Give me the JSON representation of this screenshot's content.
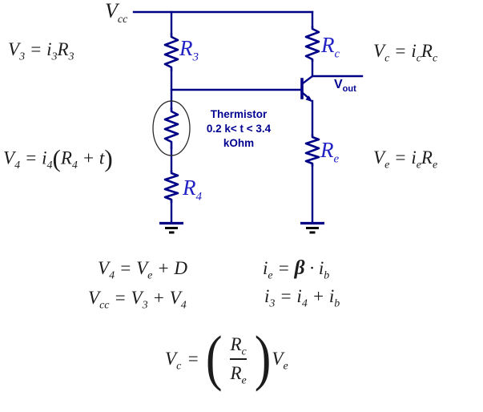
{
  "colors": {
    "wire_navy": "#000087",
    "component_label_blue": "#2222c4",
    "annotation_navy": "#000091",
    "equation_black": "#1c1c1c",
    "ground_black": "#000000"
  },
  "circuit": {
    "vcc_label": {
      "base": "V",
      "sub": "cc"
    },
    "r3_label": {
      "base": "R",
      "sub": "3"
    },
    "rc_label": {
      "base": "R",
      "sub": "c"
    },
    "r4_label": {
      "base": "R",
      "sub": "4"
    },
    "re_label": {
      "base": "R",
      "sub": "e"
    },
    "vout_label": {
      "base": "V",
      "sub": "out"
    },
    "thermistor_note": {
      "line1": "Thermistor",
      "line2": "0.2 k< t < 3.4",
      "line3": "kOhm"
    }
  },
  "equations": {
    "v3": [
      {
        "t": "V",
        "s": "3"
      },
      {
        "t": " = "
      },
      {
        "t": "i",
        "s": "3"
      },
      {
        "t": "R",
        "s": "3"
      }
    ],
    "vc": [
      {
        "t": "V",
        "s": "c"
      },
      {
        "t": " = "
      },
      {
        "t": "i",
        "s": "c"
      },
      {
        "t": "R",
        "s": "c"
      }
    ],
    "v4": [
      {
        "t": "V",
        "s": "4"
      },
      {
        "t": " = "
      },
      {
        "t": "i",
        "s": "4"
      },
      {
        "t": "(",
        "big": true
      },
      {
        "t": "R",
        "s": "4"
      },
      {
        "t": " + "
      },
      {
        "t": "t"
      },
      {
        "t": ")",
        "big": true
      }
    ],
    "ve": [
      {
        "t": "V",
        "s": "e"
      },
      {
        "t": " = "
      },
      {
        "t": "i",
        "s": "e"
      },
      {
        "t": "R",
        "s": "e"
      }
    ],
    "v4_ve_d": [
      {
        "t": "V",
        "s": "4"
      },
      {
        "t": " = "
      },
      {
        "t": "V",
        "s": "e"
      },
      {
        "t": " + "
      },
      {
        "t": "D"
      }
    ],
    "ie_beta": [
      {
        "t": "i",
        "s": "e"
      },
      {
        "t": " = "
      },
      {
        "t": "β",
        "b": true
      },
      {
        "t": " · "
      },
      {
        "t": "i",
        "s": "b"
      }
    ],
    "vcc_sum": [
      {
        "t": "V",
        "s": "cc"
      },
      {
        "t": " = "
      },
      {
        "t": "V",
        "s": "3"
      },
      {
        "t": " + "
      },
      {
        "t": "V",
        "s": "4"
      }
    ],
    "i3_sum": [
      {
        "t": "i",
        "s": "3"
      },
      {
        "t": " = "
      },
      {
        "t": "i",
        "s": "4"
      },
      {
        "t": " + "
      },
      {
        "t": "i",
        "s": "b"
      }
    ],
    "vc_ratio": {
      "lhs": {
        "t": "V",
        "s": "c"
      },
      "equals": "=",
      "paren_open": "(",
      "num": {
        "t": "R",
        "s": "c"
      },
      "den": {
        "t": "R",
        "s": "e"
      },
      "paren_close": ")",
      "rhs": {
        "t": "V",
        "s": "e"
      }
    }
  }
}
